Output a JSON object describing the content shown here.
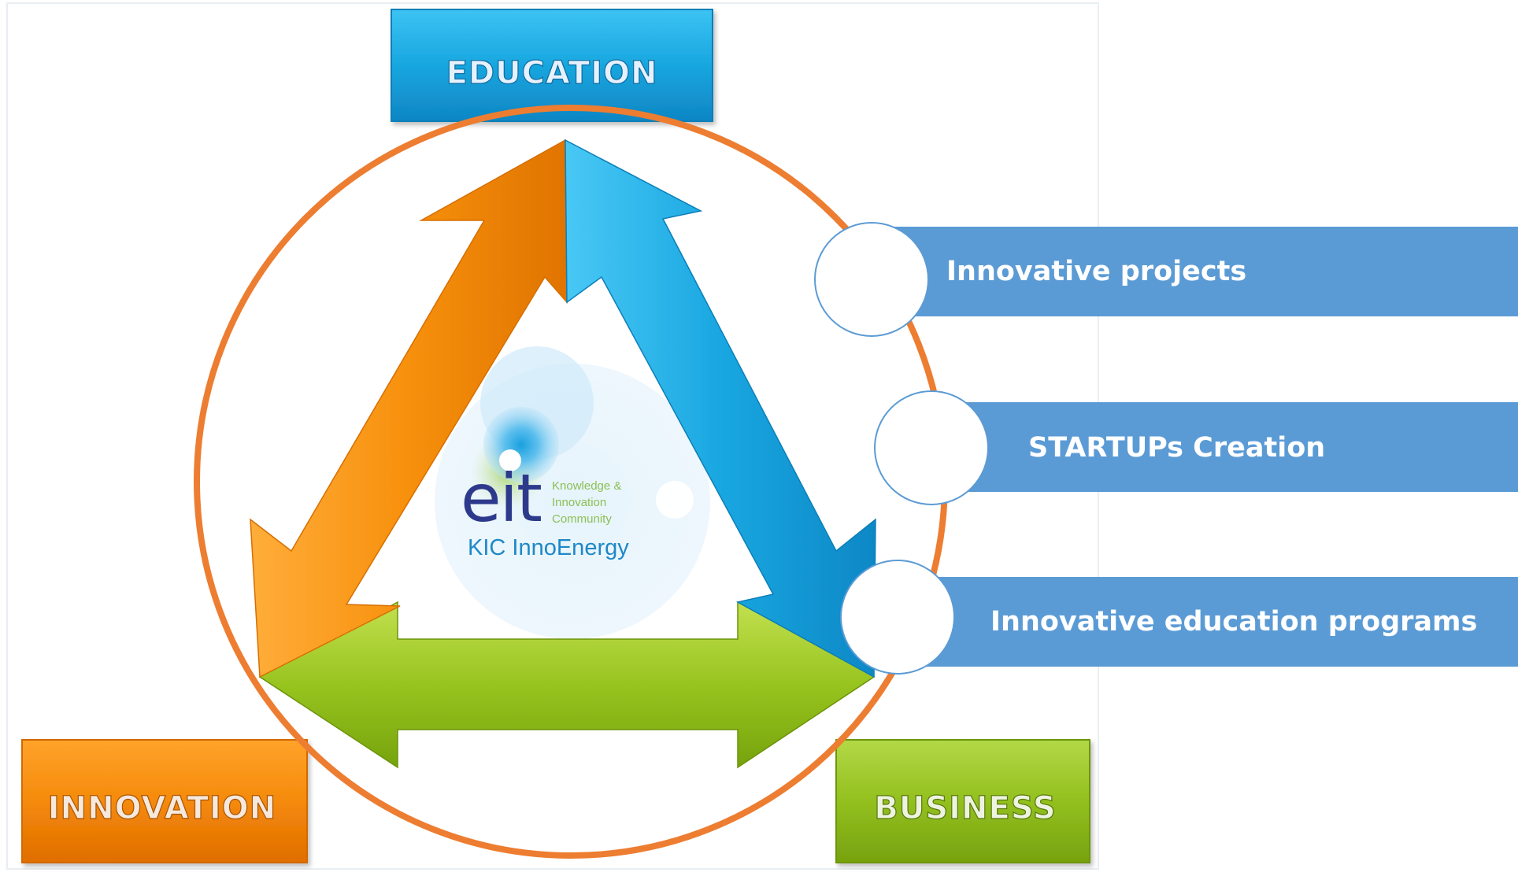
{
  "boxes": {
    "education": "EDUCATION",
    "innovation": "INNOVATION",
    "business": "BUSINESS"
  },
  "logo": {
    "mark": "eit",
    "tagline_line1": "Knowledge &",
    "tagline_line2": "Innovation",
    "tagline_line3": "Community",
    "name": "KIC InnoEnergy"
  },
  "outcomes": [
    {
      "label": "Innovative projects"
    },
    {
      "label": "STARTUPs Creation"
    },
    {
      "label": "Innovative education programs"
    }
  ],
  "colors": {
    "education": "#1aa7e0",
    "innovation": "#f58a0b",
    "business": "#93c01f",
    "circle": "#ed7d31",
    "bars": "#5b9bd5"
  }
}
